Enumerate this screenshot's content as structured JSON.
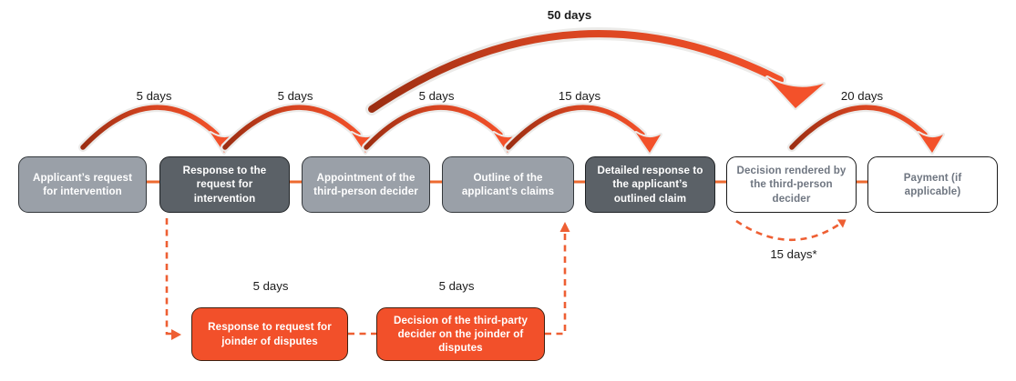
{
  "main_steps": [
    {
      "label": "Applicant’s request for intervention",
      "variant": "gray"
    },
    {
      "label": "Response to the request for intervention",
      "variant": "dark"
    },
    {
      "label": "Appointment of the third-person decider",
      "variant": "gray"
    },
    {
      "label": "Outline of the applicant’s claims",
      "variant": "gray"
    },
    {
      "label": "Detailed response to the applicant’s outlined claim",
      "variant": "dark"
    },
    {
      "label": "Decision rendered by the third-person decider",
      "variant": "outline"
    },
    {
      "label": "Payment (if applicable)",
      "variant": "outline"
    }
  ],
  "joinder_steps": [
    {
      "label": "Response to request for joinder of disputes"
    },
    {
      "label": "Decision of the third-party decider on the joinder of disputes"
    }
  ],
  "durations": {
    "step1_to_step2": "5 days",
    "step2_to_step3": "5 days",
    "step3_to_step4": "5 days",
    "step4_to_step5": "15 days",
    "step3_to_step6_total": "50 days",
    "step6_to_step7": "20 days",
    "decision_extension": "15 days*",
    "joinder_response": "5 days",
    "joinder_decision": "5 days"
  },
  "colors": {
    "arrow_head_orange": "#F3512A",
    "arrow_tail_dark_red": "#9C2E12",
    "dashed_orange": "#EE5F33",
    "gray_box": "#9AA0A8",
    "dark_gray_box": "#5B6167",
    "orange_box": "#F2502A",
    "outline_box_text": "#6F7681",
    "label_text": "#1A1A1A"
  }
}
